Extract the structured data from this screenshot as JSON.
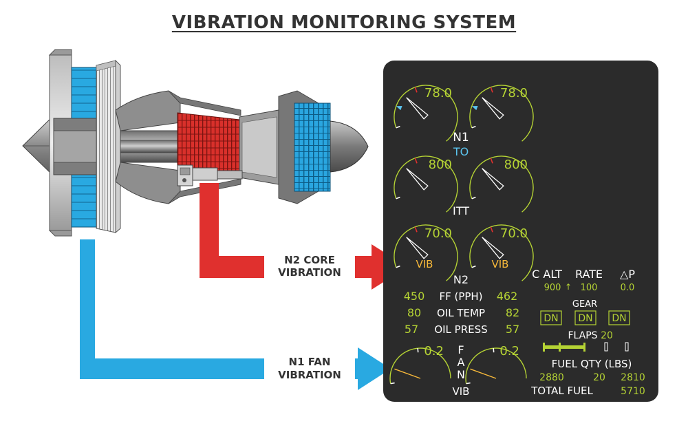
{
  "title": "VIBRATION MONITORING SYSTEM",
  "callouts": {
    "n2_line1": "N2 CORE",
    "n2_line2": "VIBRATION",
    "n1_line1": "N1 FAN",
    "n1_line2": "VIBRATION"
  },
  "colors": {
    "fan_blue": "#29a9e1",
    "core_red": "#e0302e",
    "display_bg": "#2b2b2b",
    "label_white": "#ffffff",
    "value_green": "#b5d334",
    "vib_amber": "#f7b93a",
    "accent_cyan": "#5bc4ef"
  },
  "eicas": {
    "n1_left": "78.0",
    "n1_right": "78.0",
    "n1_label": "N1",
    "to_label": "TO",
    "itt_left": "800",
    "itt_right": "800",
    "itt_label": "ITT",
    "n2_left": "70.0",
    "n2_right": "70.0",
    "vib_left": "VIB",
    "vib_right": "VIB",
    "n2_label": "N2",
    "ff_left": "450",
    "ff_label": "FF (PPH)",
    "ff_right": "462",
    "oil_temp_left": "80",
    "oil_temp_label": "OIL TEMP",
    "oil_temp_right": "82",
    "oil_press_left": "57",
    "oil_press_label": "OIL PRESS",
    "oil_press_right": "57",
    "fan_vib_left": "0.2",
    "fan_vib_right": "0.2",
    "fan_letter_f": "F",
    "fan_letter_a": "A",
    "fan_letter_n": "N",
    "fan_vib_label": "VIB",
    "c_alt_label": "C ALT",
    "rate_label": "RATE",
    "dp_label": "△P",
    "c_alt_value": "900",
    "rate_arrow": "↑",
    "rate_value": "100",
    "dp_value": "0.0",
    "gear_label": "GEAR",
    "gear_left": "DN",
    "gear_nose": "DN",
    "gear_right": "DN",
    "flaps_label": "FLAPS",
    "flaps_value": "20",
    "fuel_qty_label": "FUEL QTY (LBS)",
    "fuel_left": "2880",
    "fuel_center": "20",
    "fuel_right": "2810",
    "total_fuel_label": "TOTAL FUEL",
    "total_fuel_value": "5710"
  }
}
